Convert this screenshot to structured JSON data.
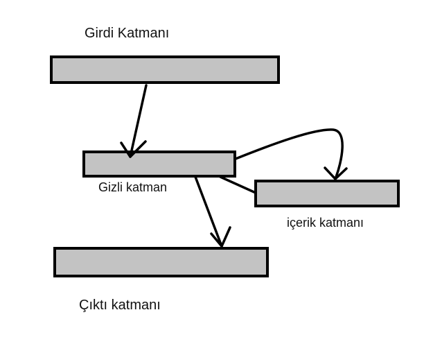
{
  "labels": {
    "input_layer": "Girdi Katmanı",
    "hidden_layer": "Gizli katman",
    "context_layer": "içerik katmanı",
    "output_layer": "Çıktı katmanı"
  },
  "colors": {
    "layer_fill": "#c3c3c3",
    "layer_stroke": "#000000",
    "arrow": "#000000",
    "background": "#ffffff"
  }
}
